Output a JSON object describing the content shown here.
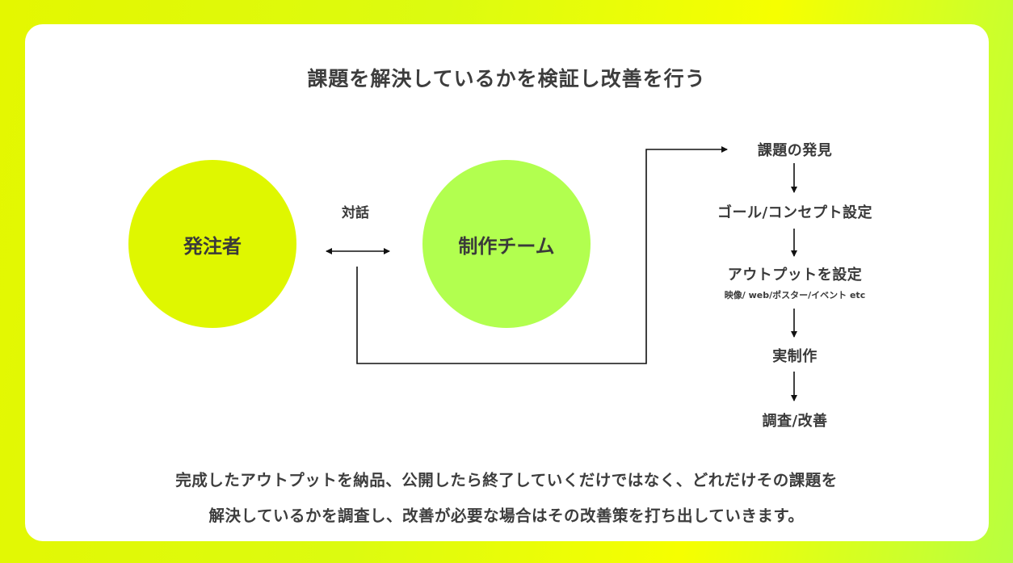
{
  "title": "課題を解決しているかを検証し改善を行う",
  "client": {
    "label": "発注者",
    "color": "#dff700"
  },
  "team": {
    "label": "制作チーム",
    "color": "#b2ff4f"
  },
  "dialogue_label": "対話",
  "steps": [
    {
      "label": "課題の発見"
    },
    {
      "label": "ゴール/コンセプト設定"
    },
    {
      "label": "アウトプットを設定",
      "sub": "映像/ web/ポスター/イベント etc"
    },
    {
      "label": "実制作"
    },
    {
      "label": "調査/改善"
    }
  ],
  "summary": {
    "line1": "完成したアウトプットを納品、公開したら終了していくだけではなく、どれだけその課題を",
    "line2": "解決しているかを調査し、改善が必要な場合はその改善策を打ち出していきます。"
  }
}
